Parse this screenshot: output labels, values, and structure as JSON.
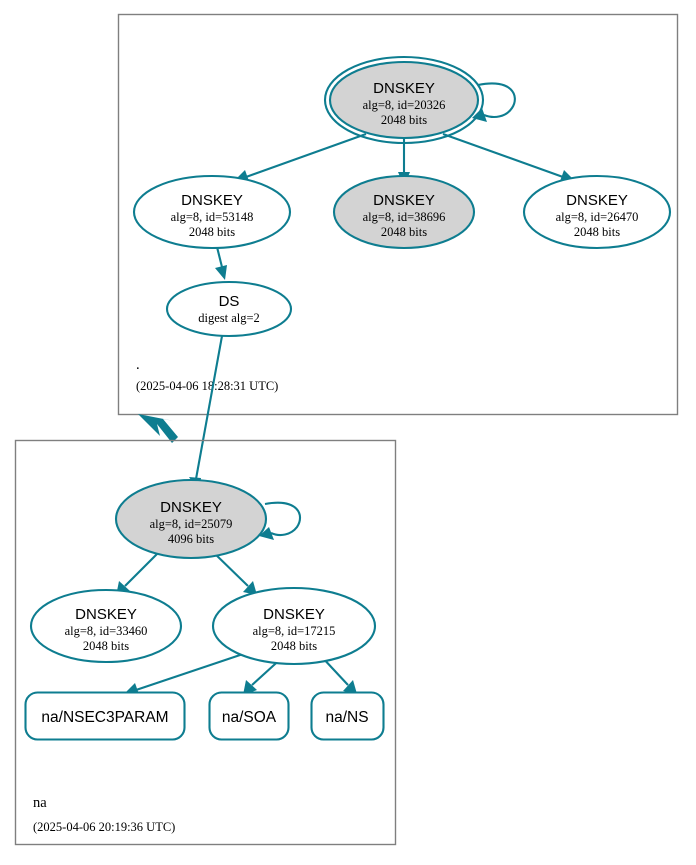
{
  "diagram": {
    "type": "dnssec-authentication-chain",
    "colors": {
      "accent": "#0e7d90",
      "secure_key_fill": "#d3d3d3",
      "plain_fill": "#ffffff",
      "cluster_border": "#7f7f7f",
      "text": "#000000"
    }
  },
  "zones": [
    {
      "id": "root",
      "name": ".",
      "timestamp": "(2025-04-06 18:28:31 UTC)",
      "nodes": [
        {
          "id": "root-ksk-20326",
          "kind": "DNSKEY",
          "title": "DNSKEY",
          "params": "alg=8, id=20326",
          "size": "2048 bits",
          "fill": "gray",
          "double_border": true,
          "self_signed": true
        },
        {
          "id": "root-zsk-53148",
          "kind": "DNSKEY",
          "title": "DNSKEY",
          "params": "alg=8, id=53148",
          "size": "2048 bits",
          "fill": "white",
          "double_border": false,
          "self_signed": false
        },
        {
          "id": "root-zsk-38696",
          "kind": "DNSKEY",
          "title": "DNSKEY",
          "params": "alg=8, id=38696",
          "size": "2048 bits",
          "fill": "gray",
          "double_border": false,
          "self_signed": false
        },
        {
          "id": "root-zsk-26470",
          "kind": "DNSKEY",
          "title": "DNSKEY",
          "params": "alg=8, id=26470",
          "size": "2048 bits",
          "fill": "white",
          "double_border": false,
          "self_signed": false
        },
        {
          "id": "root-ds",
          "kind": "DS",
          "title": "DS",
          "params": "digest alg=2",
          "size": "",
          "fill": "white",
          "double_border": false,
          "self_signed": false
        }
      ]
    },
    {
      "id": "na",
      "name": "na",
      "timestamp": "(2025-04-06 20:19:36 UTC)",
      "nodes": [
        {
          "id": "na-ksk-25079",
          "kind": "DNSKEY",
          "title": "DNSKEY",
          "params": "alg=8, id=25079",
          "size": "4096 bits",
          "fill": "gray",
          "double_border": false,
          "self_signed": true
        },
        {
          "id": "na-zsk-33460",
          "kind": "DNSKEY",
          "title": "DNSKEY",
          "params": "alg=8, id=33460",
          "size": "2048 bits",
          "fill": "white",
          "double_border": false,
          "self_signed": false
        },
        {
          "id": "na-zsk-17215",
          "kind": "DNSKEY",
          "title": "DNSKEY",
          "params": "alg=8, id=17215",
          "size": "2048 bits",
          "fill": "white",
          "double_border": false,
          "self_signed": false
        }
      ],
      "rrsets": [
        {
          "id": "na-nsec3param",
          "label": "na/NSEC3PARAM"
        },
        {
          "id": "na-soa",
          "label": "na/SOA"
        },
        {
          "id": "na-ns",
          "label": "na/NS"
        }
      ]
    }
  ],
  "edges": [
    {
      "from": "root-ksk-20326",
      "to": "root-ksk-20326",
      "type": "self-loop"
    },
    {
      "from": "root-ksk-20326",
      "to": "root-zsk-53148",
      "type": "signs"
    },
    {
      "from": "root-ksk-20326",
      "to": "root-zsk-38696",
      "type": "signs"
    },
    {
      "from": "root-ksk-20326",
      "to": "root-zsk-26470",
      "type": "signs"
    },
    {
      "from": "root-zsk-53148",
      "to": "root-ds",
      "type": "signs"
    },
    {
      "from": "root-ds",
      "to": "na-ksk-25079",
      "type": "delegates"
    },
    {
      "from": "root",
      "to": "na",
      "type": "zone-delegation"
    },
    {
      "from": "na-ksk-25079",
      "to": "na-ksk-25079",
      "type": "self-loop"
    },
    {
      "from": "na-ksk-25079",
      "to": "na-zsk-33460",
      "type": "signs"
    },
    {
      "from": "na-ksk-25079",
      "to": "na-zsk-17215",
      "type": "signs"
    },
    {
      "from": "na-zsk-17215",
      "to": "na-nsec3param",
      "type": "signs"
    },
    {
      "from": "na-zsk-17215",
      "to": "na-soa",
      "type": "signs"
    },
    {
      "from": "na-zsk-17215",
      "to": "na-ns",
      "type": "signs"
    }
  ]
}
